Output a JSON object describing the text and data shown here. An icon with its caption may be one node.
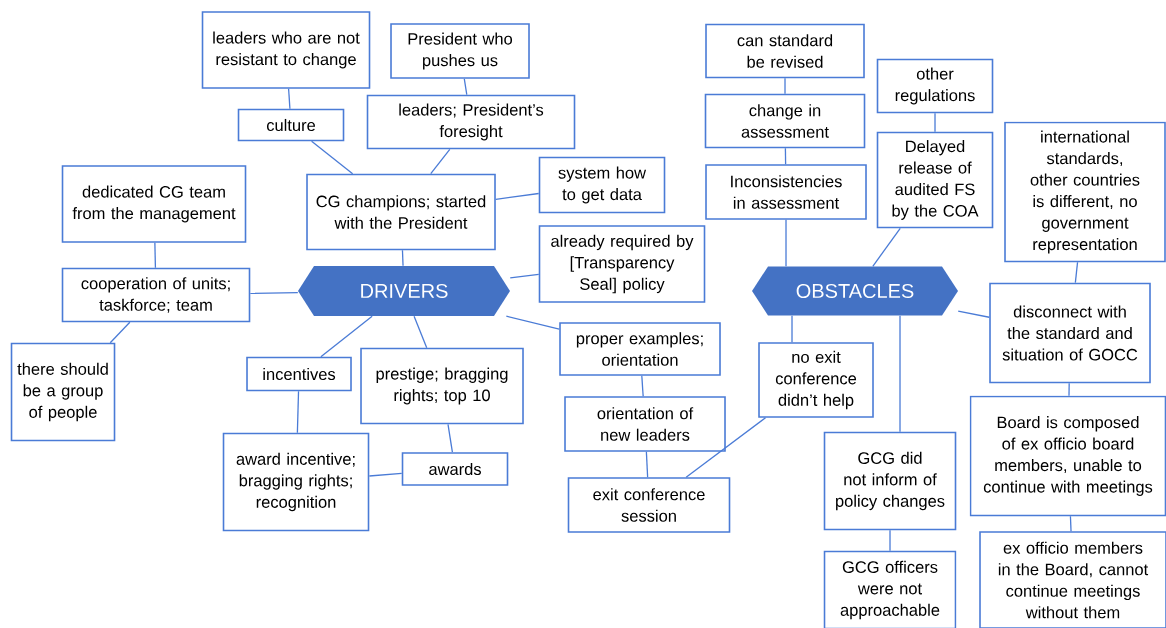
{
  "diagram": {
    "nodes": [
      {
        "text": [
          "DRIVERS"
        ]
      },
      {
        "text": [
          "leaders who are not resistant to change"
        ]
      },
      {
        "text": [
          "culture"
        ]
      },
      {
        "text": [
          "President who pushes us"
        ]
      },
      {
        "text": [
          "leaders; President’s foresight"
        ]
      },
      {
        "text": [
          "CG champions; started with the President"
        ]
      },
      {
        "text": [
          "system how to get data"
        ]
      },
      {
        "text": [
          "already required by [Transparency Seal] policy"
        ]
      },
      {
        "text": [
          "dedicated CG team from the management"
        ]
      },
      {
        "text": [
          "cooperation of units; taskforce; team"
        ]
      },
      {
        "text": [
          "there should be a group of people"
        ]
      },
      {
        "text": [
          "incentives"
        ]
      },
      {
        "text": [
          "prestige; bragging rights; top 10"
        ]
      },
      {
        "text": [
          "award incentive; bragging rights; recognition"
        ]
      },
      {
        "text": [
          "awards"
        ]
      },
      {
        "text": [
          "proper examples; orientation"
        ]
      },
      {
        "text": [
          "orientation of new leaders"
        ]
      },
      {
        "text": [
          "exit conference session"
        ]
      },
      {
        "text": [
          "OBSTACLES"
        ]
      },
      {
        "text": [
          "can standard be revised"
        ]
      },
      {
        "text": [
          "change in assessment"
        ]
      },
      {
        "text": [
          "Inconsistencies in assessment"
        ]
      },
      {
        "text": [
          "other regulations"
        ]
      },
      {
        "text": [
          "Delayed release of audited FS by the COA"
        ]
      },
      {
        "text": [
          "international standards, other countries is different, no government representation"
        ]
      },
      {
        "text": [
          "disconnect with the standard and situation of GOCC"
        ]
      },
      {
        "text": [
          "no exit conference didn’t help"
        ]
      },
      {
        "text": [
          "GCG did not inform of policy changes"
        ]
      },
      {
        "text": [
          "GCG officers were not approachable"
        ]
      },
      {
        "text": [
          "Board is composed of ex officio board members, unable to continue with meetings"
        ]
      },
      {
        "text": [
          "ex officio members in the Board, cannot continue meetings without them"
        ]
      }
    ],
    "edges": [
      {
        "from": 0,
        "to": 5,
        "arrow": "none"
      },
      {
        "from": 5,
        "to": 2,
        "arrow": "none"
      },
      {
        "from": 2,
        "to": 1,
        "arrow": "none"
      },
      {
        "from": 5,
        "to": 4,
        "arrow": "none"
      },
      {
        "from": 4,
        "to": 3,
        "arrow": "none"
      },
      {
        "from": 5,
        "to": 6,
        "arrow": "none"
      },
      {
        "from": 0,
        "to": 7,
        "arrow": "none"
      },
      {
        "from": 0,
        "to": 9,
        "arrow": "none"
      },
      {
        "from": 9,
        "to": 8,
        "arrow": "none"
      },
      {
        "from": 9,
        "to": 10,
        "arrow": "none"
      },
      {
        "from": 0,
        "to": 11,
        "arrow": "none"
      },
      {
        "from": 11,
        "to": 13,
        "arrow": "none"
      },
      {
        "from": 0,
        "to": 12,
        "arrow": "none"
      },
      {
        "from": 12,
        "to": 14,
        "arrow": "none"
      },
      {
        "from": 14,
        "to": 13,
        "arrow": "none"
      },
      {
        "from": 0,
        "to": 15,
        "arrow": "none"
      },
      {
        "from": 15,
        "to": 16,
        "arrow": "none"
      },
      {
        "from": 16,
        "to": 17,
        "arrow": "none"
      },
      {
        "from": 18,
        "to": 21,
        "arrow": "none"
      },
      {
        "from": 21,
        "to": 20,
        "arrow": "none"
      },
      {
        "from": 20,
        "to": 19,
        "arrow": "none"
      },
      {
        "from": 18,
        "to": 23,
        "arrow": "none"
      },
      {
        "from": 23,
        "to": 22,
        "arrow": "none"
      },
      {
        "from": 18,
        "to": 25,
        "arrow": "none"
      },
      {
        "from": 25,
        "to": 24,
        "arrow": "none"
      },
      {
        "from": 18,
        "to": 26,
        "arrow": "none"
      },
      {
        "from": 26,
        "to": 17,
        "arrow": "none"
      },
      {
        "from": 18,
        "to": 27,
        "arrow": "none"
      },
      {
        "from": 27,
        "to": 28,
        "arrow": "none"
      },
      {
        "from": 25,
        "to": 29,
        "arrow": "none"
      },
      {
        "from": 29,
        "to": 30,
        "arrow": "none"
      }
    ]
  }
}
